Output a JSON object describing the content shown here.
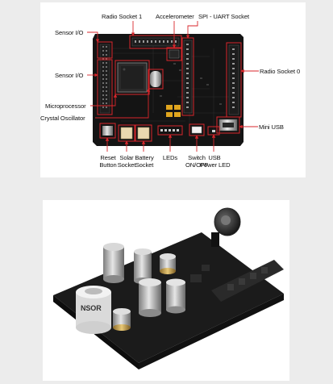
{
  "labels": {
    "radio_socket_1": "Radio Socket 1",
    "accelerometer": "Accelerometer",
    "spi_uart_socket": "SPI - UART Socket",
    "sensor_io_top": "Sensor I/O",
    "sensor_io_mid": "Sensor I/O",
    "radio_socket_0": "Radio Socket 0",
    "microprocessor": "Microprocessor",
    "crystal_oscillator": "Crystal Oscillator",
    "mini_usb": "Mini USB",
    "reset_button_l1": "Reset",
    "reset_button_l2": "Button",
    "solar_socket_l1": "Solar",
    "solar_socket_l2": "Socket",
    "battery_socket_l1": "Battery",
    "battery_socket_l2": "Socket",
    "leds": "LEDs",
    "switch_l1": "Switch",
    "switch_l2": "ON/OFF",
    "usb_led_l1": "USB",
    "usb_led_l2": "Power LED"
  },
  "sensor_text": "NSOR",
  "colors": {
    "pcb": "#141414",
    "callout": "#d8262b",
    "page_bg": "#ececec",
    "panel_bg": "#ffffff"
  }
}
